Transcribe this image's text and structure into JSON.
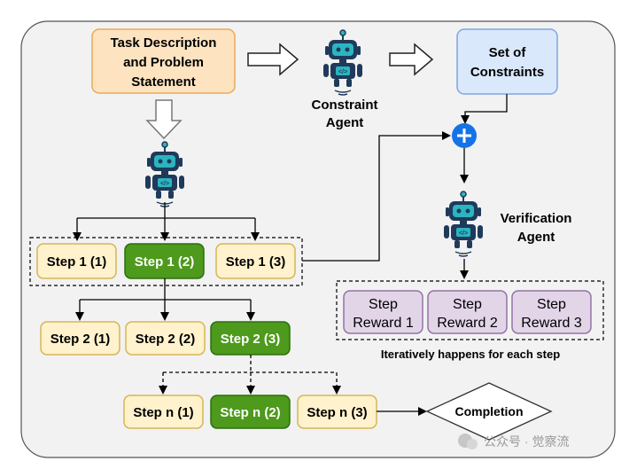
{
  "task_box": {
    "line1": "Task Description",
    "line2": "and Problem",
    "line3": "Statement"
  },
  "constraint_agent": {
    "line1": "Constraint",
    "line2": "Agent"
  },
  "constraints_box": {
    "line1": "Set of",
    "line2": "Constraints"
  },
  "verification_agent": {
    "line1": "Verification",
    "line2": "Agent"
  },
  "steps": {
    "row1": [
      "Step 1 (1)",
      "Step 1 (2)",
      "Step 1 (3)"
    ],
    "row2": [
      "Step 2 (1)",
      "Step 2 (2)",
      "Step 2 (3)"
    ],
    "rown": [
      "Step n (1)",
      "Step n (2)",
      "Step n (3)"
    ]
  },
  "rewards": [
    {
      "line1": "Step",
      "line2": "Reward 1"
    },
    {
      "line1": "Step",
      "line2": "Reward 2"
    },
    {
      "line1": "Step",
      "line2": "Reward 3"
    }
  ],
  "rewards_caption": "Iteratively happens for each step",
  "completion": "Completion",
  "watermark": "公众号 · 觉察流",
  "colors": {
    "panel_bg": "#f2f2f2",
    "task_fill": "#fde3c0",
    "task_stroke": "#e8a95c",
    "constraints_fill": "#dae8fc",
    "constraints_stroke": "#7ea6e0",
    "step_fill": "#fff2cc",
    "step_stroke": "#d6b656",
    "selected_fill": "#4d9a1c",
    "selected_stroke": "#2d6e0f",
    "reward_fill": "#e1d5e7",
    "reward_stroke": "#9673a6",
    "plus_fill": "#1473e6",
    "robot_dark": "#1f3a5a",
    "robot_teal": "#2bb5c0"
  }
}
